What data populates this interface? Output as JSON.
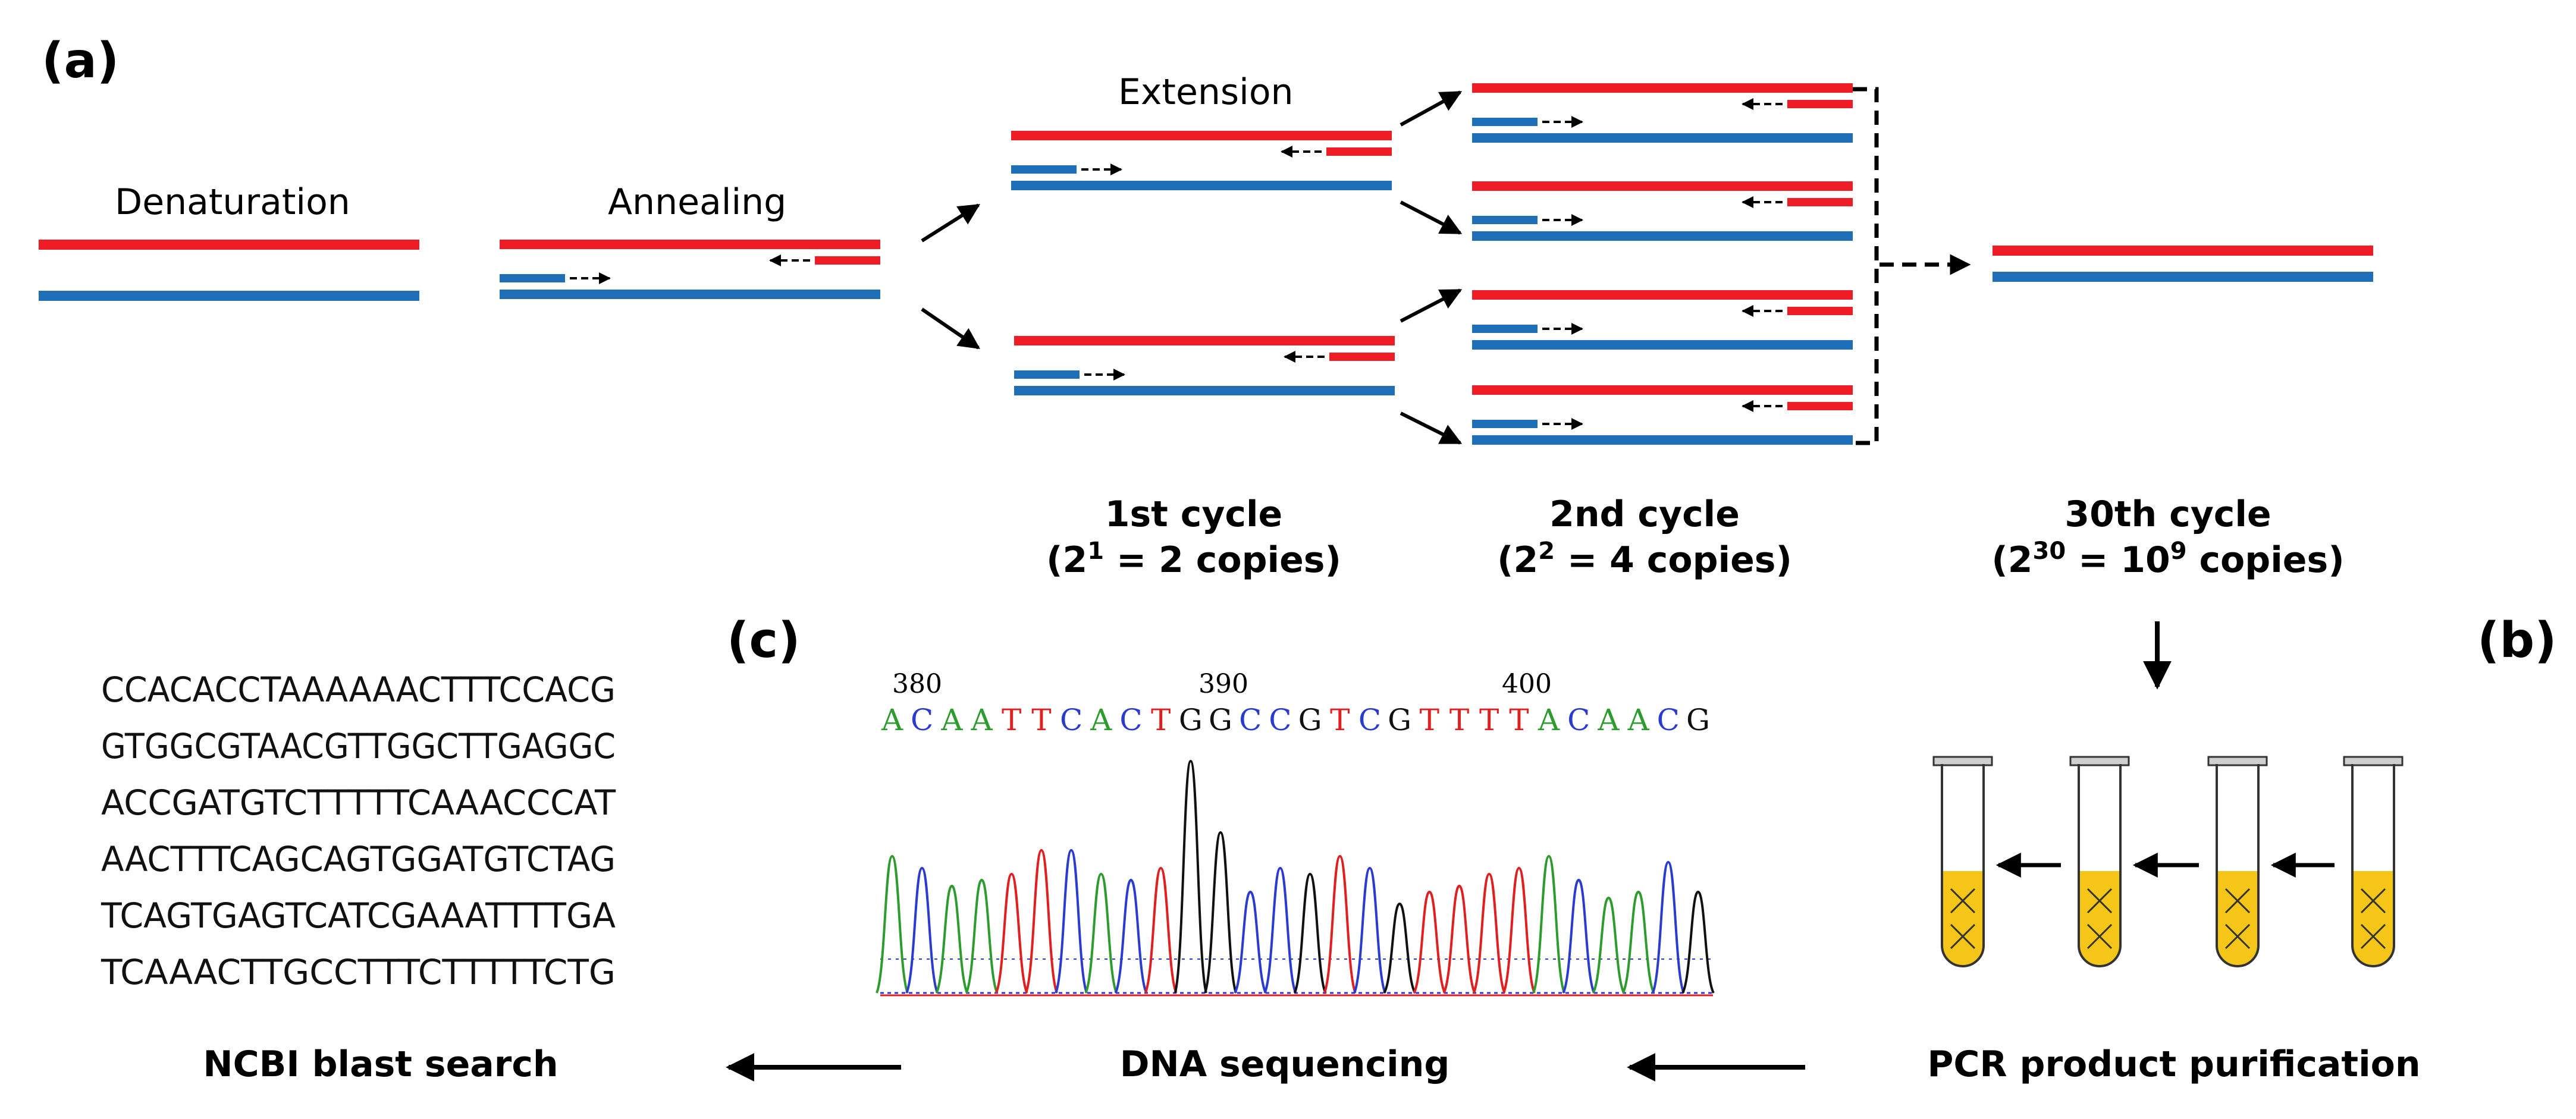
{
  "panels": {
    "a": "(a)",
    "b": "(b)",
    "c": "(c)"
  },
  "steps": {
    "denaturation": "Denaturation",
    "annealing": "Annealing",
    "extension": "Extension"
  },
  "cycles": {
    "first": {
      "title": "1st cycle",
      "pre": "(2",
      "sup": "1",
      "post": " = 2 copies)"
    },
    "second": {
      "title": "2nd cycle",
      "pre": "(2",
      "sup": "2",
      "post": " = 4 copies)"
    },
    "thirtieth": {
      "title": "30th cycle",
      "pre": "(2",
      "sup": "30",
      "mid": " = 10",
      "sup2": "9",
      "post": " copies)"
    }
  },
  "sequence_lines": [
    "CCACACCTAAAAAACTTTCCACG",
    "GTGGCGTAACGTTGGCTTGAGGC",
    "ACCGATGTCTTTTTCAAACCCAT",
    "AACTTTCAGCAGTGGATGTCTAG",
    "TCAGTGAGTCATCGAAATTTTGA",
    "TCAAACTTGCCTTTCTTTTTCTG"
  ],
  "chromatogram": {
    "ticks": [
      "380",
      "390",
      "400"
    ],
    "bases": "ACAATTCACTGGCCGTCGTTTTACAACG",
    "base_colors": {
      "A": "#2e9b2e",
      "C": "#2a3bd0",
      "G": "#111111",
      "T": "#e02020"
    }
  },
  "bottom": {
    "blast": "NCBI blast search",
    "sequencing": "DNA sequencing",
    "purification": "PCR product purification"
  },
  "colors": {
    "forward_strand": "#ee1c24",
    "reverse_strand": "#1f6fb8",
    "tube_fill": "#f5c518"
  },
  "icons": {
    "tube": "pcr-tube-icon",
    "dna": "dna-helix-icon",
    "arrow": "arrow-icon"
  }
}
